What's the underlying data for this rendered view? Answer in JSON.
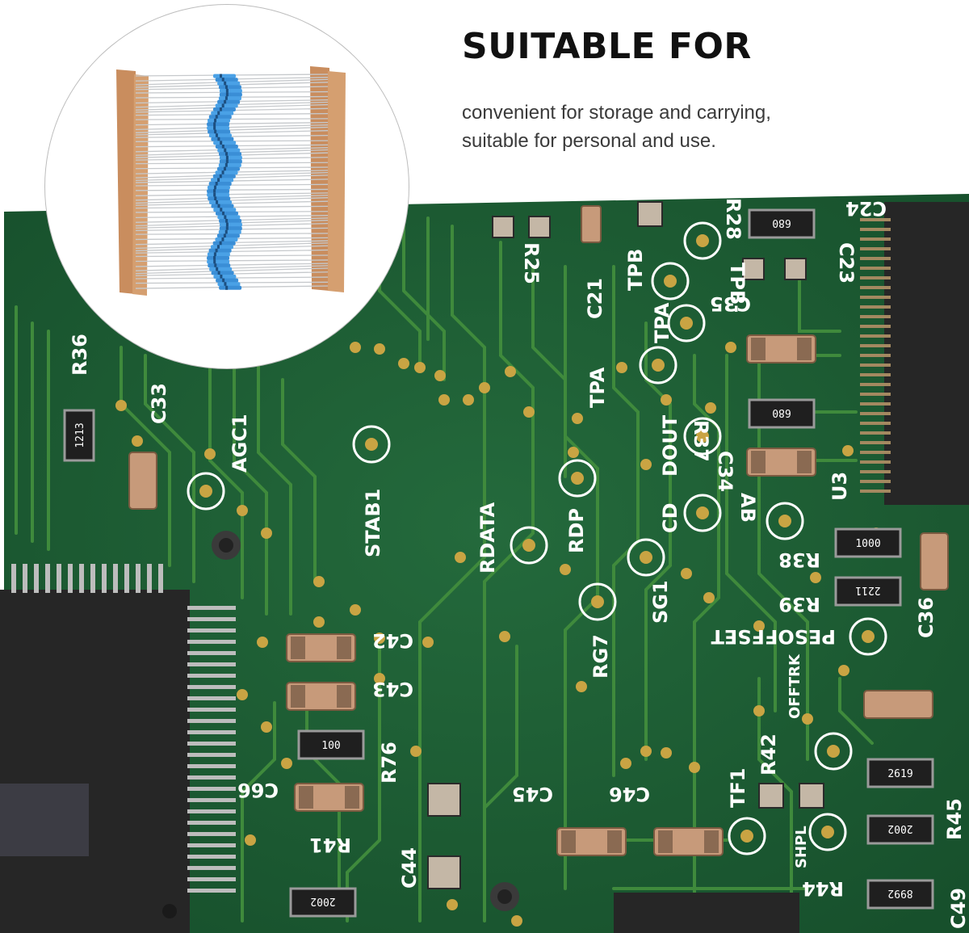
{
  "header": {
    "title": "SUITABLE FOR",
    "description_lines": [
      "convenient for storage and carrying,",
      "suitable for personal and use."
    ]
  },
  "pcb": {
    "labels": [
      "R36",
      "C33",
      "AGC1",
      "STAB1",
      "RDATA",
      "R25",
      "C21",
      "TPB",
      "TPA",
      "TPA",
      "DOUT",
      "CD",
      "RDP",
      "SG1",
      "RG7",
      "R37",
      "C34",
      "AB",
      "U3",
      "C35",
      "C23",
      "TPB-",
      "R28",
      "C24",
      "R38",
      "R39",
      "C36",
      "PESOFFSET",
      "OFFTRK",
      "R42",
      "TF1",
      "C46",
      "C45",
      "SHPL",
      "R44",
      "R45",
      "C42",
      "C43",
      "R76",
      "C66",
      "R41",
      "C44",
      "C49"
    ],
    "chip_codes": [
      "1213",
      "680",
      "680",
      "1000",
      "2211",
      "2619",
      "2002",
      "2002",
      "8992",
      "100"
    ]
  },
  "colors": {
    "board": "#1e5e35",
    "trace": "#3f8a3c",
    "pad": "#c9a443",
    "silkscreen": "#ffffff",
    "ic": "#2a2a2a"
  }
}
